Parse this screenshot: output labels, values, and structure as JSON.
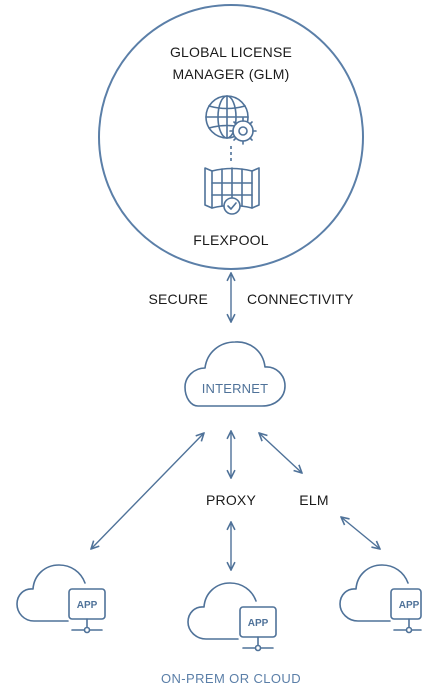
{
  "glm": {
    "title_line1": "GLOBAL LICENSE",
    "title_line2": "MANAGER (GLM)",
    "flexpool_label": "FLEXPOOL"
  },
  "connection": {
    "left_label": "SECURE",
    "right_label": "CONNECTIVITY"
  },
  "internet": {
    "label": "INTERNET"
  },
  "middle": {
    "proxy_label": "PROXY",
    "elm_label": "ELM"
  },
  "apps": [
    {
      "label": "APP"
    },
    {
      "label": "APP"
    },
    {
      "label": "APP"
    }
  ],
  "footer": {
    "label": "ON-PREM OR CLOUD"
  },
  "colors": {
    "accent": "#4f7299",
    "circle_stroke": "#5b7fa8",
    "text": "#1a1a1a"
  }
}
